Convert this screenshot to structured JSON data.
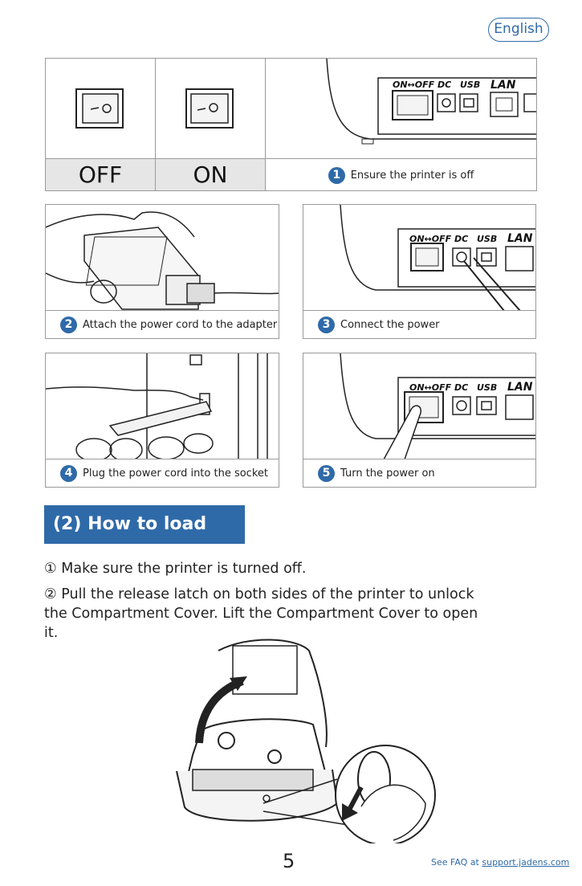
{
  "header": {
    "language": "English"
  },
  "power_steps": {
    "switch_off_label": "OFF",
    "switch_on_label": "ON",
    "ports": {
      "switch": "ON↔OFF",
      "dc": "DC",
      "usb": "USB",
      "lan": "LAN"
    },
    "steps": [
      {
        "number": "1",
        "text": "Ensure the printer is off"
      },
      {
        "number": "2",
        "text": "Attach the power cord to the adapter"
      },
      {
        "number": "3",
        "text": "Connect the power"
      },
      {
        "number": "4",
        "text": "Plug the power cord into the socket"
      },
      {
        "number": "5",
        "text": "Turn the power on"
      }
    ]
  },
  "section": {
    "title": "(2) How to load label",
    "paragraphs": [
      "① Make sure the printer is turned off.",
      "② Pull the release latch on both sides of the printer to unlock the Compartment Cover. Lift the Compartment Cover to open it."
    ]
  },
  "footer": {
    "page_number": "5",
    "faq_prefix": "See FAQ at ",
    "faq_link": "support.jadens.com"
  }
}
